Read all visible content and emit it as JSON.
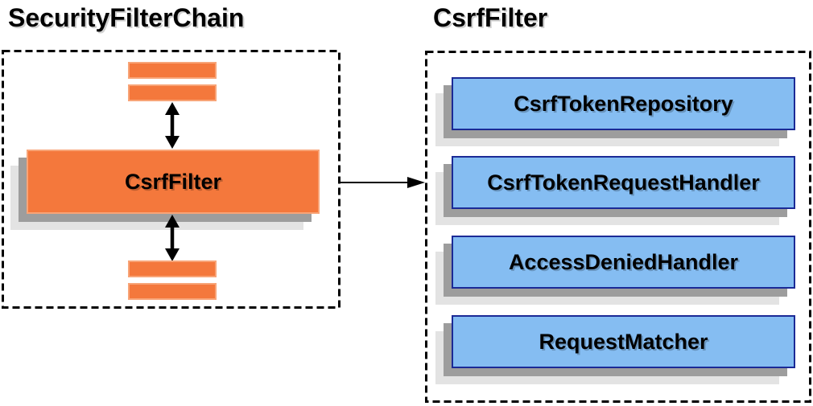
{
  "left_panel": {
    "title": "SecurityFilterChain",
    "filter_label": "CsrfFilter"
  },
  "right_panel": {
    "title": "CsrfFilter",
    "components": [
      {
        "label": "CsrfTokenRepository"
      },
      {
        "label": "CsrfTokenRequestHandler"
      },
      {
        "label": "AccessDeniedHandler"
      },
      {
        "label": "RequestMatcher"
      }
    ]
  },
  "colors": {
    "orange_fill": "#F4783C",
    "orange_border": "#F8A477",
    "blue_fill": "#85BDF2",
    "blue_border": "#1B2A96",
    "shadow_mid": "#9D9D9D",
    "shadow_light": "#E3E3E3",
    "line": "#000000",
    "text": "#000000",
    "background": "#FFFFFF"
  }
}
